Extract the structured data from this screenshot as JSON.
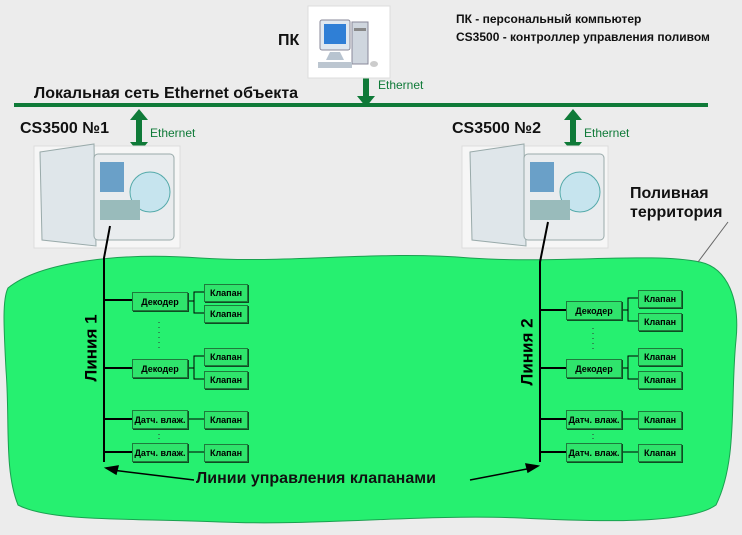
{
  "legend": {
    "pc": "ПК - персональный компьютер",
    "cs": "CS3500 - контроллер управления поливом"
  },
  "pc_label": "ПК",
  "network_label": "Локальная сеть Ethernet объекта",
  "ethernet_label": "Ethernet",
  "controllers": [
    {
      "name": "CS3500 №1",
      "line": "Линия 1"
    },
    {
      "name": "CS3500 №2",
      "line": "Линия 2"
    }
  ],
  "territory_label": "Поливная территория",
  "territory_line1": "Поливная",
  "territory_line2": "территория",
  "control_lines_label": "Линии управления клапанами",
  "devices": {
    "decoder": "Декодер",
    "valve": "Клапан",
    "sensor": "Датч. влаж.",
    "ellipsis": "⋮"
  },
  "colors": {
    "territory": "#26f070",
    "network": "#0f7a38",
    "box": "#2fe46c",
    "wire": "#000000"
  }
}
